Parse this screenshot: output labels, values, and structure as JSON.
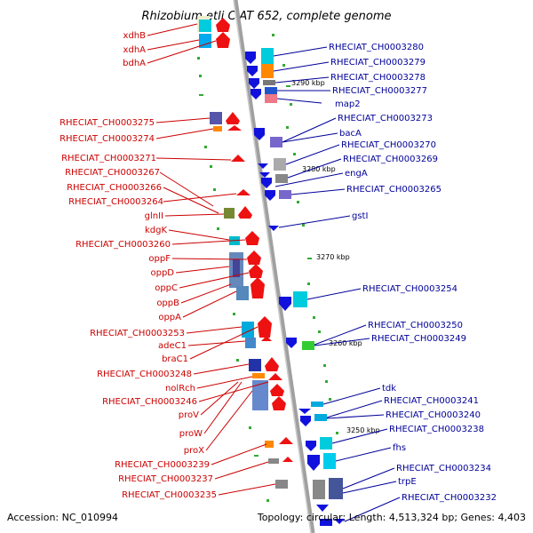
{
  "title": "Rhizobium etli CIAT 652, complete genome",
  "footer": {
    "accession": "Accession: NC_010994",
    "topology": "Topology: circular; Length: 4,513,324 bp; Genes: 4,403"
  },
  "ticks": [
    "3290 kbp",
    "3280 kbp",
    "3270 kbp",
    "3260 kbp",
    "3250 kbp"
  ],
  "left_labels": [
    "xdhB",
    "xdhA",
    "bdhA",
    "RHECIAT_CH0003275",
    "RHECIAT_CH0003274",
    "RHECIAT_CH0003271",
    "RHECIAT_CH0003267",
    "RHECIAT_CH0003266",
    "RHECIAT_CH0003264",
    "glnII",
    "kdgK",
    "RHECIAT_CH0003260",
    "oppF",
    "oppD",
    "oppC",
    "oppB",
    "oppA",
    "RHECIAT_CH0003253",
    "adeC1",
    "braC1",
    "RHECIAT_CH0003248",
    "nolRch",
    "RHECIAT_CH0003246",
    "proV",
    "proW",
    "proX",
    "RHECIAT_CH0003239",
    "RHECIAT_CH0003237",
    "RHECIAT_CH0003235"
  ],
  "right_labels": [
    "RHECIAT_CH0003280",
    "RHECIAT_CH0003279",
    "RHECIAT_CH0003278",
    "RHECIAT_CH0003277",
    "map2",
    "RHECIAT_CH0003273",
    "bacA",
    "RHECIAT_CH0003270",
    "RHECIAT_CH0003269",
    "engA",
    "RHECIAT_CH0003265",
    "gstI",
    "RHECIAT_CH0003254",
    "RHECIAT_CH0003250",
    "RHECIAT_CH0003249",
    "tdk",
    "RHECIAT_CH0003241",
    "RHECIAT_CH0003240",
    "RHECIAT_CH0003238",
    "fhs",
    "RHECIAT_CH0003234",
    "trpE",
    "RHECIAT_CH0003232"
  ],
  "colors": {
    "forward": "#ee1111",
    "reverse": "#1111dd",
    "backbone": "#999999",
    "label_left": "#cc0000",
    "label_right": "#000099"
  }
}
